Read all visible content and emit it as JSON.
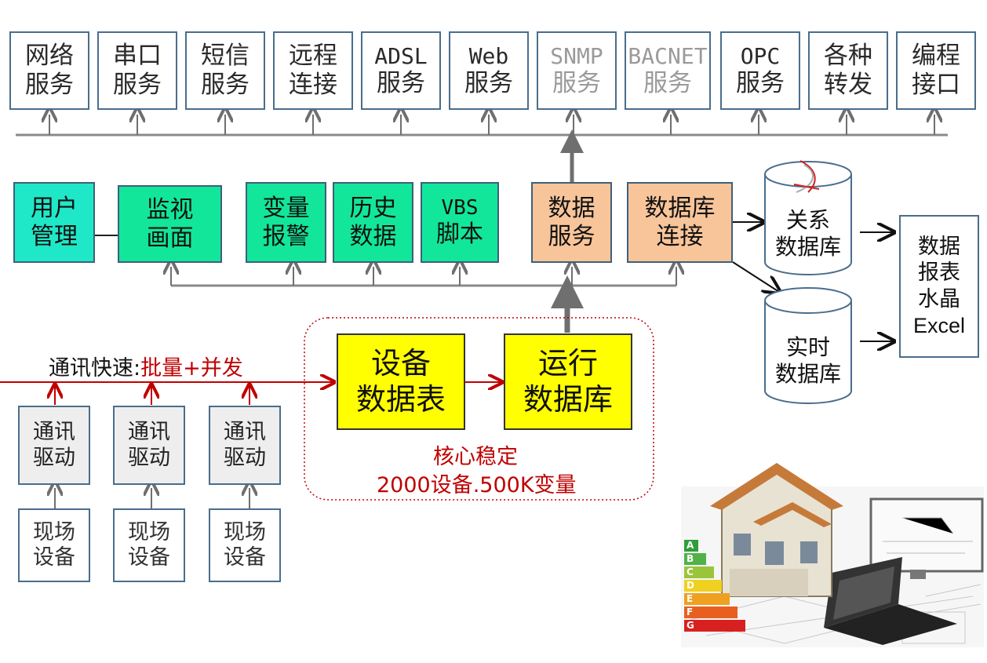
{
  "top_services": [
    {
      "l1": "网络",
      "l2": "服务",
      "mono": false,
      "gray": false
    },
    {
      "l1": "串口",
      "l2": "服务",
      "mono": false,
      "gray": false
    },
    {
      "l1": "短信",
      "l2": "服务",
      "mono": false,
      "gray": false
    },
    {
      "l1": "远程",
      "l2": "连接",
      "mono": false,
      "gray": false
    },
    {
      "l1": "ADSL",
      "l2": "服务",
      "mono": true,
      "gray": false
    },
    {
      "l1": "Web",
      "l2": "服务",
      "mono": true,
      "gray": false
    },
    {
      "l1": "SNMP",
      "l2": "服务",
      "mono": true,
      "gray": true
    },
    {
      "l1": "BACNET",
      "l2": "服务",
      "mono": true,
      "gray": true
    },
    {
      "l1": "OPC",
      "l2": "服务",
      "mono": true,
      "gray": false
    },
    {
      "l1": "各种",
      "l2": "转发",
      "mono": false,
      "gray": false
    },
    {
      "l1": "编程",
      "l2": "接口",
      "mono": false,
      "gray": false
    }
  ],
  "modules": {
    "user_mgmt": {
      "l1": "用户",
      "l2": "管理"
    },
    "monitor": {
      "l1": "监视",
      "l2": "画面"
    },
    "var_alarm": {
      "l1": "变量",
      "l2": "报警"
    },
    "history": {
      "l1": "历史",
      "l2": "数据"
    },
    "vbs": {
      "l1": "VBS",
      "l2": "脚本"
    },
    "data_service": {
      "l1": "数据",
      "l2": "服务"
    },
    "db_connect": {
      "l1": "数据库",
      "l2": "连接"
    }
  },
  "databases": {
    "relational": {
      "l1": "关系",
      "l2": "数据库"
    },
    "realtime": {
      "l1": "实时",
      "l2": "数据库"
    }
  },
  "output": [
    "数据",
    "报表",
    "水晶",
    "Excel"
  ],
  "comm": {
    "prefix": "通讯快速:",
    "highlight": "批量+并发"
  },
  "drivers": [
    "通讯\n驱动",
    "通讯\n驱动",
    "通讯\n驱动"
  ],
  "driver_lines": {
    "l1": "通讯",
    "l2": "驱动"
  },
  "field_device": {
    "l1": "现场",
    "l2": "设备"
  },
  "core": {
    "device_table": {
      "l1": "设备",
      "l2": "数据表"
    },
    "runtime_db": {
      "l1": "运行",
      "l2": "数据库"
    },
    "caption1": "核心稳定",
    "caption2": "2000设备.500K变量"
  },
  "energy_labels": [
    "A",
    "B",
    "C",
    "D",
    "E",
    "F",
    "G"
  ],
  "colors": {
    "cyan": "#1fe8c8",
    "green": "#12e69a",
    "orange": "#f8c59a",
    "yellow": "#ffff00",
    "red_line": "#c00000",
    "gray_line": "#7f7f7f",
    "border": "#4a6d8c"
  }
}
